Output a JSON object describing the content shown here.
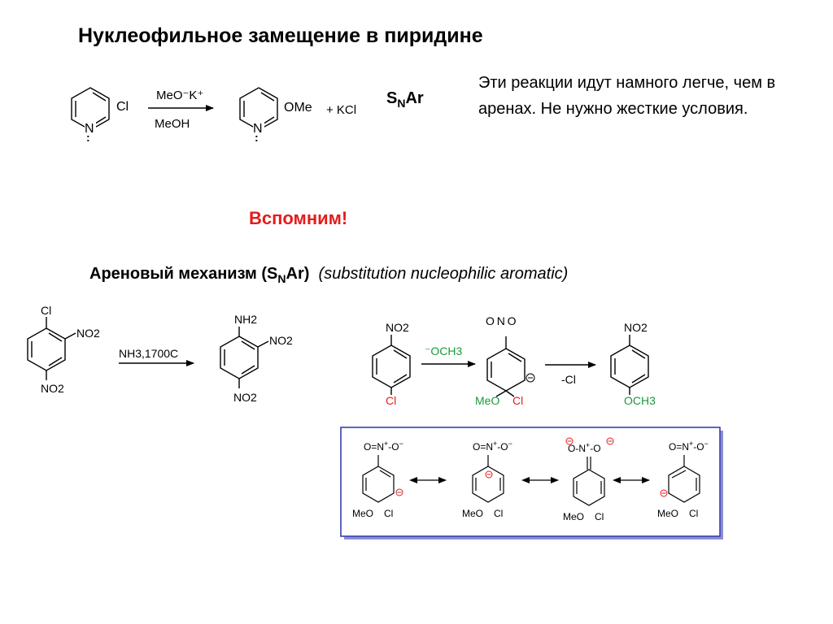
{
  "title": "Нуклеофильное замещение в пиридине",
  "note": "Эти реакции идут намного легче, чем в аренах. Не нужно жесткие условия.",
  "snar": {
    "main": "S",
    "sub": "N",
    "tail": "Ar"
  },
  "recall": "Вспомним!",
  "mechanism": {
    "bold_prefix": "Ареновый механизм (S",
    "bold_sub": "N",
    "bold_suffix": "Ar)",
    "italic": "(substitution nucleophilic aromatic)"
  },
  "pyridine_reaction": {
    "substituent_left": "Cl",
    "reagent_top": "MeO⁻K⁺",
    "reagent_bottom": "MeOH",
    "substituent_right": "OMe",
    "byproduct": "+ KCl",
    "ring_n": "N"
  },
  "dinitro_reaction": {
    "cl": "Cl",
    "no2_a": "NO2",
    "no2_b": "NO2",
    "conditions": "NH3,1700C",
    "nh2": "NH2",
    "no2_c": "NO2",
    "no2_d": "NO2"
  },
  "methoxide_reaction": {
    "no2_start": "NO2",
    "cl_start": "Cl",
    "reagent": "⁻OCH3",
    "nitro_plain": "O N O",
    "meo": "MeO",
    "cl": "Cl",
    "leaving": "-Cl",
    "no2_product": "NO2",
    "och3_product": "OCH3"
  },
  "resonance": {
    "meo": "MeO",
    "cl": "Cl",
    "n": "N",
    "o": "O"
  }
}
